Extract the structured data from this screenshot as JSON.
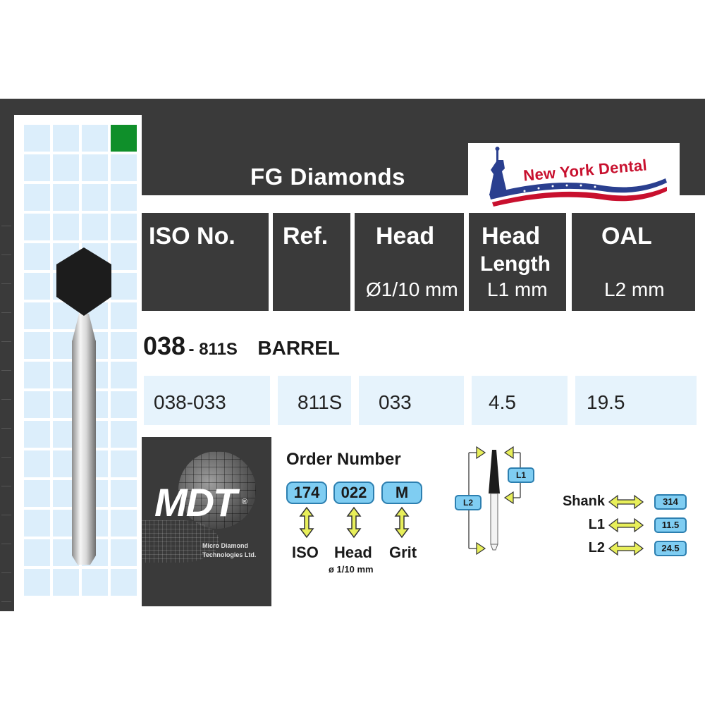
{
  "title": "FG Diamonds",
  "brand": {
    "name": "New York Dental"
  },
  "headers": {
    "iso": {
      "main": "ISO No.",
      "sub": ""
    },
    "ref": {
      "main": "Ref.",
      "sub": ""
    },
    "head": {
      "main": "Head",
      "sub": "Ø1/10 mm"
    },
    "head_length": {
      "main_1": "Head",
      "main_2": "Length",
      "sub": "L1 mm"
    },
    "oal": {
      "main": "OAL",
      "sub": "L2 mm"
    }
  },
  "product": {
    "iso_prefix": "038",
    "separator_ref": "- 811S",
    "shape": "BARREL"
  },
  "row": {
    "iso": "038-033",
    "ref": "811S",
    "head": "033",
    "head_length": "4.5",
    "oal": "19.5"
  },
  "maker": {
    "logo": "MDT",
    "reg": "®",
    "company_line1": "Micro Diamond",
    "company_line2": "Technologies Ltd."
  },
  "order_number": {
    "title": "Order Number",
    "parts": [
      {
        "code": "174",
        "label": "ISO"
      },
      {
        "code": "022",
        "label": "Head"
      },
      {
        "code": "M",
        "label": "Grit"
      }
    ],
    "head_unit": "ø 1/10 mm"
  },
  "diagram": {
    "l1_label": "L1",
    "l2_label": "L2"
  },
  "specs": [
    {
      "label": "Shank",
      "value": "314"
    },
    {
      "label": "L1",
      "value": "11.5"
    },
    {
      "label": "L2",
      "value": "24.5"
    }
  ],
  "colors": {
    "dark_panel": "#3a3a3a",
    "light_cell": "#e6f3fc",
    "pill_blue": "#7fcdf2",
    "arrow_yellow": "#e8ef5a",
    "grit_indicator": "#0f8f2a",
    "brand_red": "#c8102e"
  }
}
